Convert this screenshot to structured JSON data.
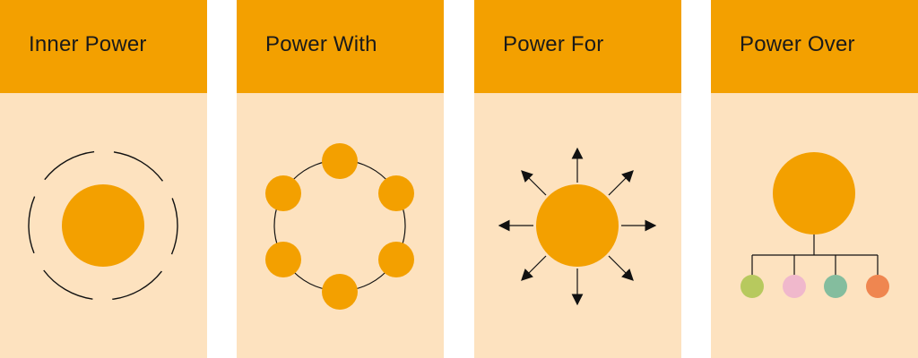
{
  "panels": [
    {
      "title": "Inner Power"
    },
    {
      "title": "Power With"
    },
    {
      "title": "Power For"
    },
    {
      "title": "Power Over"
    }
  ],
  "colors": {
    "header": "#f3a000",
    "body": "#fde2bf",
    "circle": "#f3a000",
    "line": "#111111",
    "subordinates": [
      "#b7c95e",
      "#f0b8cc",
      "#84bd9e",
      "#ef8650"
    ]
  }
}
